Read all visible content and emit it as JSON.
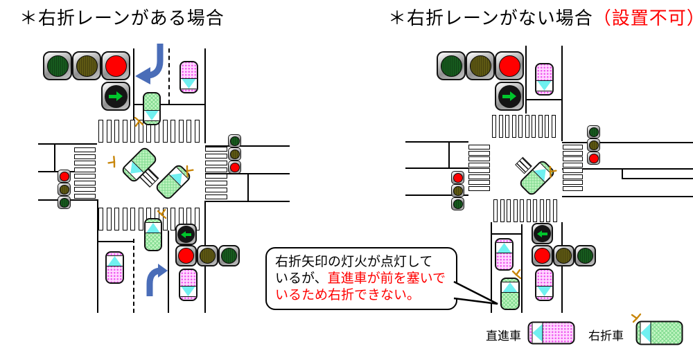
{
  "titles": {
    "left": "＊右折レーンがある場合",
    "right": "＊右折レーンがない場合",
    "right_note": "（設置不可）"
  },
  "callout": {
    "line1": "右折矢印の灯火が点灯して",
    "line2_black": "いるが、",
    "line2_red": "直進車が前を塞いで",
    "line3_red": "いるため右折できない。"
  },
  "legend": {
    "straight": "直進車",
    "right_turn": "右折車"
  },
  "icons": {
    "right_arrow_signal": "green-right-arrow",
    "left_arrow_signal": "green-left-arrow",
    "turn_signal": "orange-blinker-sparkle",
    "turn_path_arrow": "blue-curved-arrow"
  },
  "colors": {
    "red_lit": "#ff0000",
    "green_off": "#175a1e",
    "yellow_off": "#5e5813",
    "arrow_green": "#00c52c",
    "windshield": "#70f0f0",
    "car_pink": "#ffd6ff",
    "car_pink_dot": "#ee55ee",
    "car_green": "#c2f5c2",
    "car_green_hatch": "#7dd98d",
    "blue_arrow": "#4a6db8",
    "note_red": "#ff0000",
    "road_line": "#000000"
  }
}
